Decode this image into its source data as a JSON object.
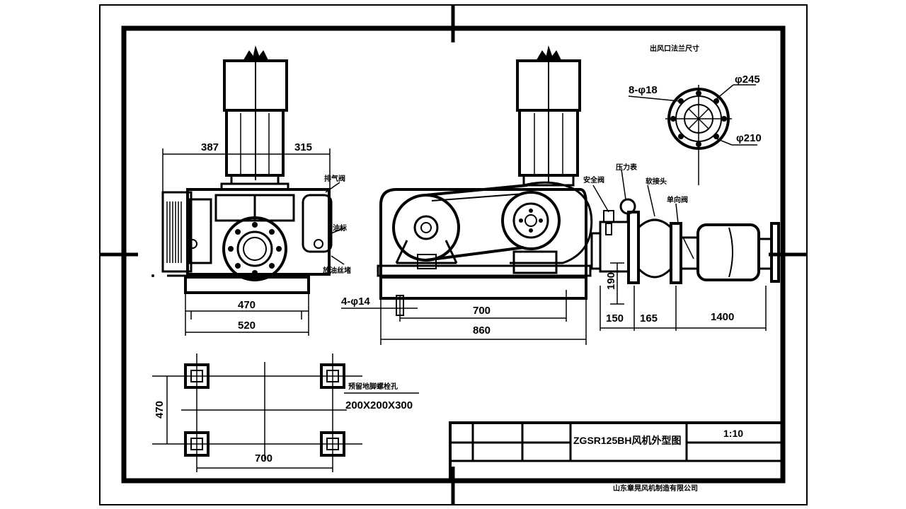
{
  "drawing": {
    "title": "ZGSR125BH风机外型图",
    "scale": "1:10",
    "company": "山东章晃风机制造有限公司",
    "flange_title": "出风口法兰尺寸",
    "flange_dims": {
      "holes": "8-φ18",
      "outer": "φ245",
      "pcd": "φ210"
    },
    "side_view": {
      "dim_387": "387",
      "dim_315": "315",
      "dim_470": "470",
      "dim_520": "520",
      "label_exhaust": "排气阀",
      "label_oil_mark": "油标",
      "label_drain": "放油丝堵"
    },
    "front_view": {
      "bolts": "4-φ14",
      "dim_700": "700",
      "dim_860": "860",
      "label_safety_valve": "安全阀",
      "label_pressure_gauge": "压力表",
      "label_soft_joint": "软接头",
      "label_check_valve": "单向阀",
      "dim_190": "190",
      "dim_150": "150",
      "dim_165": "165",
      "dim_1400": "1400"
    },
    "foundation": {
      "label": "预留地脚螺栓孔",
      "size": "200X200X300",
      "dim_470": "470",
      "dim_700": "700"
    }
  }
}
